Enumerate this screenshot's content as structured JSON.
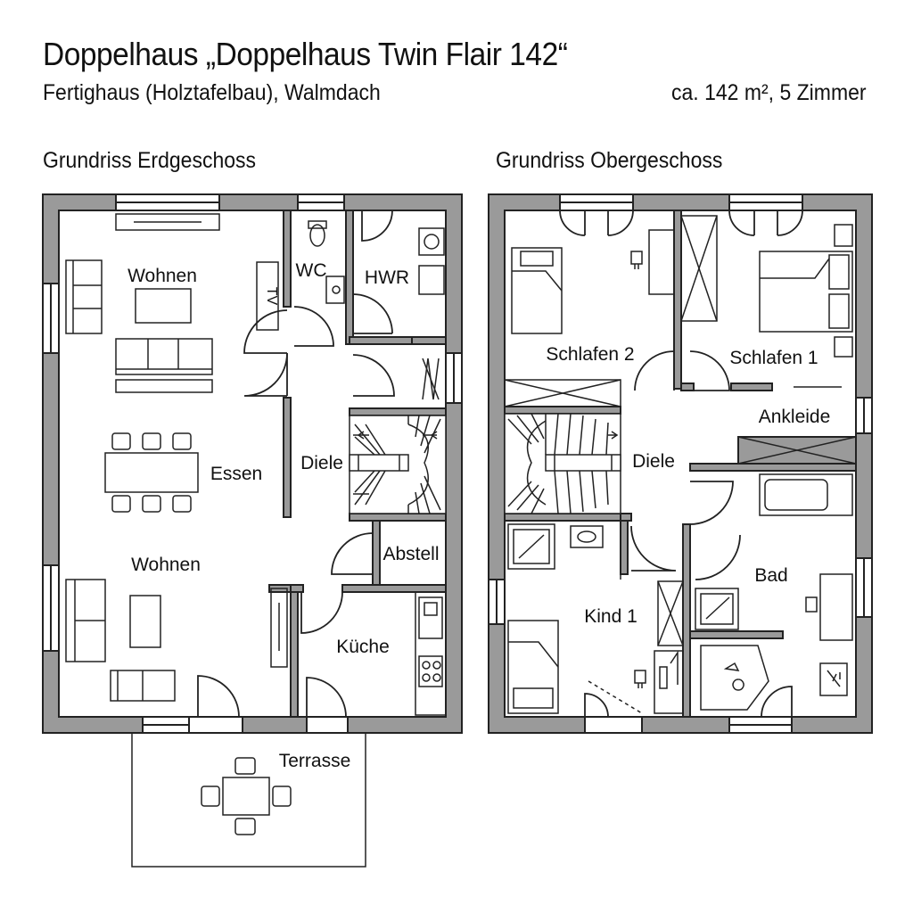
{
  "header": {
    "title": "Doppelhaus „Doppelhaus Twin Flair 142“",
    "subtitle": "Fertighaus (Holztafelbau), Walmdach",
    "summary": "ca. 142 m², 5 Zimmer"
  },
  "ground_floor": {
    "label": "Grundriss Erdgeschoss",
    "rooms": {
      "wohnen_top": "Wohnen",
      "wc": "WC",
      "hwr": "HWR",
      "essen": "Essen",
      "diele": "Diele",
      "wohnen_bottom": "Wohnen",
      "abstell": "Abstell",
      "kueche": "Küche",
      "terrasse": "Terrasse"
    },
    "tv_label": "TV"
  },
  "upper_floor": {
    "label": "Grundriss Obergeschoss",
    "rooms": {
      "schlafen2": "Schlafen 2",
      "schlafen1": "Schlafen 1",
      "ankleide": "Ankleide",
      "diele": "Diele",
      "bad": "Bad",
      "kind1": "Kind 1"
    }
  },
  "colors": {
    "wall": "#9a9a9a",
    "line": "#222222",
    "background": "#ffffff"
  }
}
